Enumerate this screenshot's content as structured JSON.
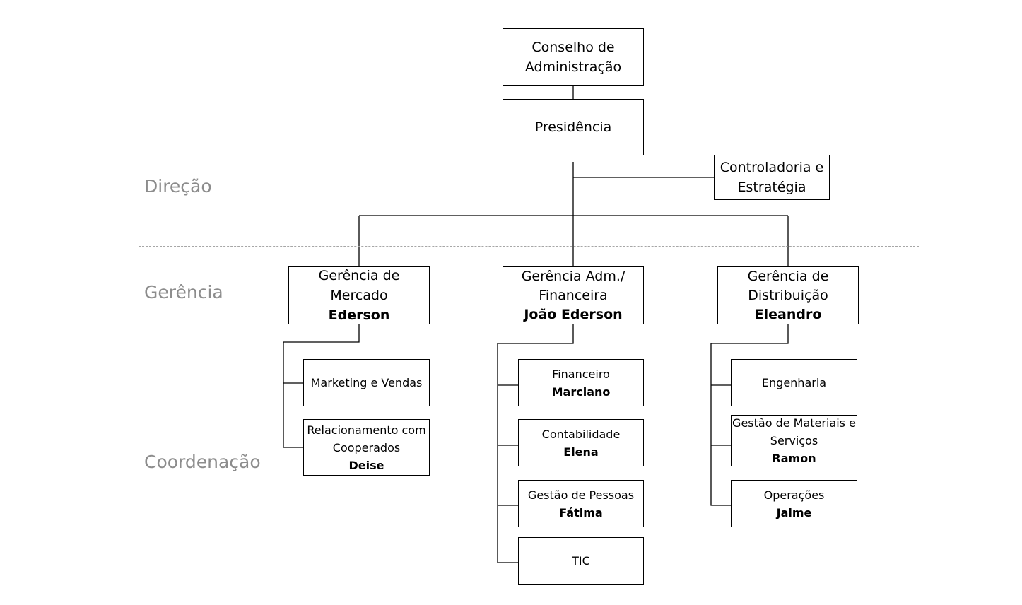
{
  "levels": {
    "direction": "Direção",
    "management": "Gerência",
    "coordination": "Coordenação"
  },
  "board": {
    "title": "Conselho de Administração"
  },
  "presidency": {
    "title": "Presidência"
  },
  "controllership": {
    "title": "Controladoria e Estratégia"
  },
  "managements": [
    {
      "title": "Gerência de Mercado",
      "name": "Ederson"
    },
    {
      "title": "Gerência Adm./ Financeira",
      "name": "João Ederson"
    },
    {
      "title": "Gerência de Distribuição",
      "name": "Eleandro"
    }
  ],
  "coordinations": {
    "market": [
      {
        "title": "Marketing e Vendas",
        "name": ""
      },
      {
        "title": "Relacionamento com Cooperados",
        "name": "Deise"
      }
    ],
    "admin": [
      {
        "title": "Financeiro",
        "name": "Marciano"
      },
      {
        "title": "Contabilidade",
        "name": "Elena"
      },
      {
        "title": "Gestão de Pessoas",
        "name": "Fátima"
      },
      {
        "title": "TIC",
        "name": ""
      }
    ],
    "distribution": [
      {
        "title": "Engenharia",
        "name": ""
      },
      {
        "title": "Gestão de Materiais e Serviços",
        "name": "Ramon"
      },
      {
        "title": "Operações",
        "name": "Jaime"
      }
    ]
  }
}
